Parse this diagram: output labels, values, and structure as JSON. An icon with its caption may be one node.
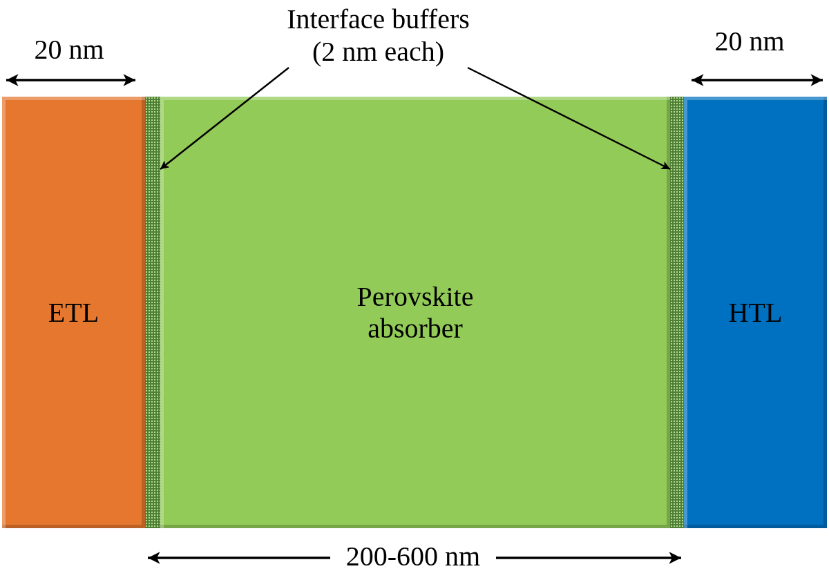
{
  "diagram": {
    "nodes": [
      {
        "text": [
          "ETL"
        ]
      },
      {
        "text": [],
        "shape": "bar"
      },
      {
        "text": [
          "Perovskite absorber"
        ]
      },
      {
        "text": [],
        "shape": "bar"
      },
      {
        "text": [
          "HTL"
        ]
      },
      {
        "text": [
          "Interface buffers (2 nm each)"
        ]
      }
    ],
    "edges": [
      {
        "from": 5,
        "to": 1,
        "arrow": "to"
      },
      {
        "from": 5,
        "to": 3,
        "arrow": "to"
      }
    ],
    "labels": [
      "20 nm",
      "20 nm",
      "200-600 nm"
    ]
  }
}
